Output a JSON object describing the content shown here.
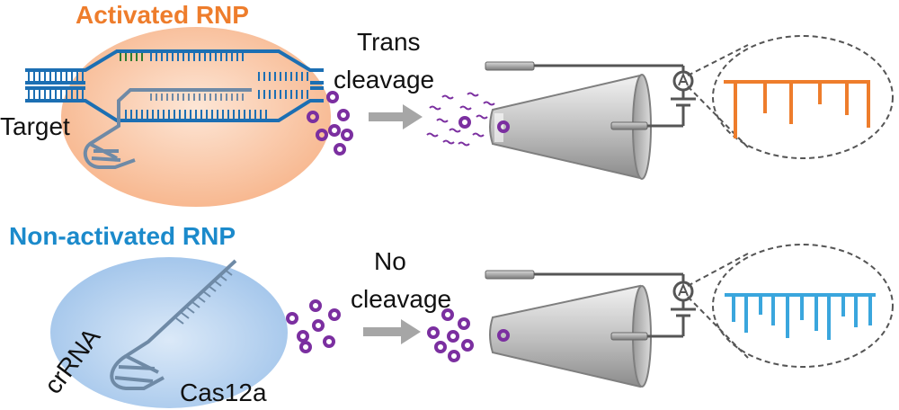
{
  "panel_top": {
    "title": "Activated RNP",
    "label_target": "Target",
    "step_line1": "Trans",
    "step_line2": "cleavage"
  },
  "panel_bottom": {
    "title": "Non-activated RNP",
    "label_crRNA": "crRNA",
    "label_cas": "Cas12a",
    "step_line1": "No",
    "step_line2": "cleavage"
  },
  "colors": {
    "accent_orange": "#ee7d2c",
    "accent_blue": "#1b8acb",
    "dna_blue": "#1c6fb3",
    "particle_purple": "#7b2fa0",
    "grey_arrow": "#a6a6a6"
  }
}
